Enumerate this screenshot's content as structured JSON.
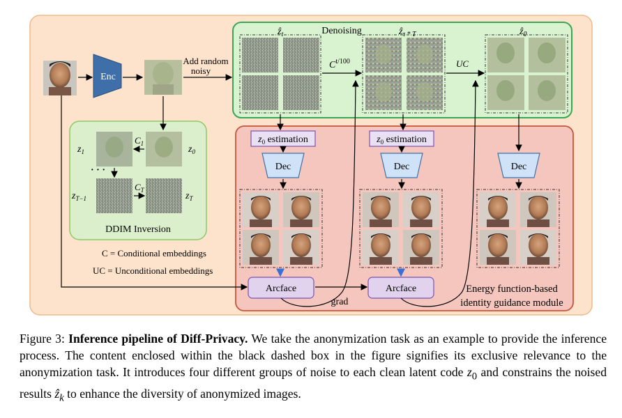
{
  "figure": {
    "enc": "Enc",
    "add_noise_line1": "Add random",
    "add_noise_line2": "noisy",
    "denoising": "Denoising",
    "z_t": "ẑ",
    "z_t_sub": "t",
    "z_tT": "ẑ",
    "z_tT_sub": "τ * T",
    "z_0hat": "ẑ",
    "z_0hat_sub": "0",
    "c_t100": "C",
    "c_t100_sup": "t/100",
    "uc": "UC",
    "z0_estimation_1": "estimation",
    "z0_estimation_2": "estimation",
    "z0_sym": "z",
    "z0_sub": "0",
    "dec": "Dec",
    "arcface": "Arcface",
    "grad": "grad",
    "ddim_inversion": "DDIM Inversion",
    "z1": "z",
    "z1_sub": "1",
    "z0": "z",
    "z0_sub_ddim": "0",
    "zT1": "z",
    "zT1_sub": "T−1",
    "zT": "z",
    "zT_sub": "T",
    "c1": "C",
    "c1_sub": "1",
    "cT": "C",
    "cT_sub": "T",
    "dots": "· · ·",
    "c_def": "C = Conditional embeddings",
    "uc_def": "UC = Unconditional embeddings",
    "energy_line1": "Energy function-based",
    "energy_line2": "identity guidance module"
  },
  "caption": {
    "prefix": "Figure 3: ",
    "bold": "Inference pipeline of Diff-Privacy.",
    "text1": " We take the anonymization task as an example to provide the inference process. The content enclosed within the black dashed box in the figure signifies its exclusive relevance to the anonymization task. It introduces four different groups of noise to each clean latent code ",
    "z0": "z",
    "z0_sub": "0",
    "text2": " and constrains the noised results ",
    "zk": "ẑ",
    "zk_sub": "k",
    "text3": " to enhance the diversity of anonymized images."
  },
  "colors": {
    "outer_bg": "#fde3cc",
    "outer_border": "#f0b989",
    "denoise_bg": "#d9f3d1",
    "denoise_border": "#3aa655",
    "ddim_bg": "#dcefcc",
    "ddim_border": "#8cc866",
    "energy_bg": "#f4c6bd",
    "energy_border": "#c8553a",
    "enc_fill": "#3f6fa8",
    "dec_fill": "#cfe2f7",
    "arcface_fill": "#e1d2ee",
    "z0est_fill": "#e9e0f3",
    "purple_border": "#7a52b0"
  }
}
